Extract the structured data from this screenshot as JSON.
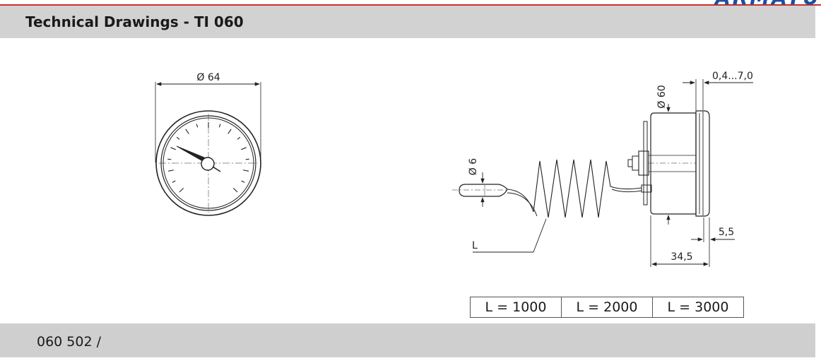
{
  "brand": {
    "logo_text": "ARMATU"
  },
  "header": {
    "title": "Technical Drawings - TI 060"
  },
  "front_view": {
    "diameter_label": "Ø 64",
    "needle_icon": "gauge-needle-icon"
  },
  "side_view": {
    "diameter_label": "Ø 60",
    "glass_label": "0,4...7,0",
    "probe_diameter_label": "Ø 6",
    "length_label": "L",
    "rim_label": "5,5",
    "depth_label": "34,5"
  },
  "length_options": [
    "L = 1000",
    "L = 2000",
    "L = 3000"
  ],
  "footer": {
    "code": "060 502 /"
  },
  "colors": {
    "accent_red": "#c9302c",
    "bar_gray": "#d2d2d2",
    "brand_blue": "#1d4ea0"
  }
}
